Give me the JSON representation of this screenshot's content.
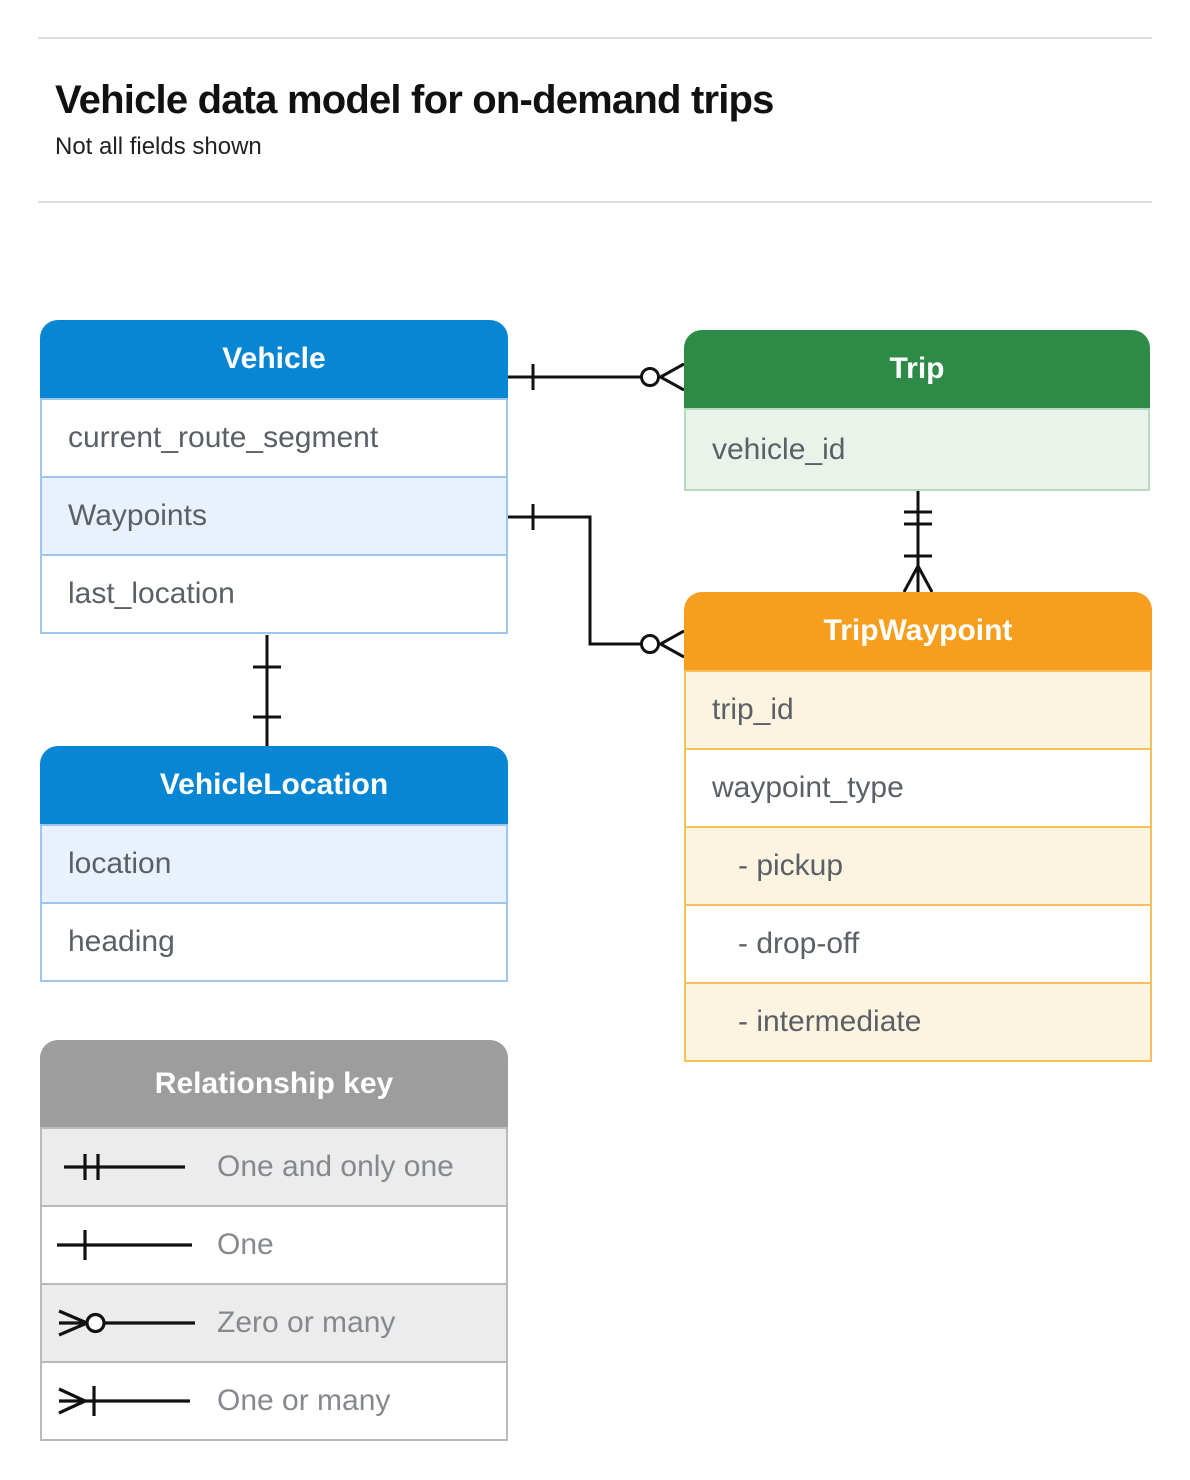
{
  "page": {
    "title": "Vehicle data model for on-demand trips",
    "subtitle": "Not all fields shown"
  },
  "tables": {
    "vehicle": {
      "title": "Vehicle",
      "fields": [
        "current_route_segment",
        "Waypoints",
        "last_location"
      ]
    },
    "trip": {
      "title": "Trip",
      "fields": [
        "vehicle_id"
      ]
    },
    "tripWaypoint": {
      "title": "TripWaypoint",
      "fields": [
        "trip_id",
        "waypoint_type",
        "- pickup",
        "- drop-off",
        "- intermediate"
      ]
    },
    "vehicleLocation": {
      "title": "VehicleLocation",
      "fields": [
        "location",
        "heading"
      ]
    }
  },
  "legend": {
    "title": "Relationship key",
    "items": [
      {
        "icon": "one-and-only-one-icon",
        "label": "One and only one"
      },
      {
        "icon": "one-icon",
        "label": "One"
      },
      {
        "icon": "zero-or-many-icon",
        "label": "Zero or many"
      },
      {
        "icon": "one-or-many-icon",
        "label": "One or many"
      }
    ]
  },
  "relationships": [
    {
      "from": "Vehicle",
      "to": "Trip",
      "from_end": "one",
      "to_end": "zero-or-many"
    },
    {
      "from": "Vehicle.Waypoints",
      "to": "TripWaypoint",
      "from_end": "one",
      "to_end": "zero-or-many"
    },
    {
      "from": "Trip",
      "to": "TripWaypoint",
      "from_end": "one-and-only-one",
      "to_end": "one-or-many"
    },
    {
      "from": "Vehicle",
      "to": "VehicleLocation",
      "from_end": "one",
      "to_end": "one"
    }
  ],
  "colors": {
    "blue_header": "#0686d3",
    "blue_row_bg": "#e9f1fd",
    "blue_border": "#9cc7f0",
    "green_header": "#2e8b47",
    "green_row_bg": "#e9f3ea",
    "green_border": "#b7d9bd",
    "orange_header": "#f89e1e",
    "orange_row_bg": "#fdf3e1",
    "orange_border": "#f6c05c",
    "gray_header": "#9d9d9d",
    "gray_row_bg": "#ececec",
    "gray_border": "#bababa",
    "field_text": "#5a6065",
    "legend_text": "#85898d",
    "title_text": "#111111",
    "connector": "#111111",
    "rule": "#dcdcdc"
  }
}
